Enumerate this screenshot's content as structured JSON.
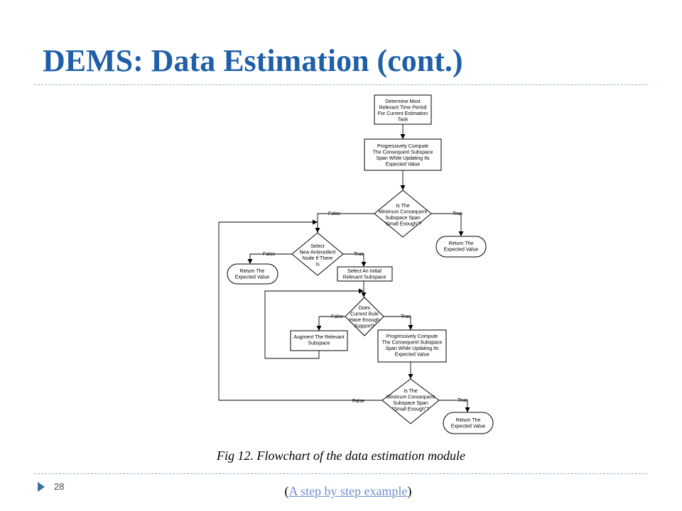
{
  "slide": {
    "title": "DEMS: Data Estimation (cont.)",
    "caption": "Fig 12. Flowchart of the data estimation module",
    "link_prefix": "(",
    "link_text": "A step by step example",
    "link_suffix": ")",
    "page_number": "28",
    "colors": {
      "title": "#1f5fa8",
      "divider": "#8fb3cf",
      "bullet": "#3b6fa0",
      "link": "#6e8fd0"
    }
  },
  "flowchart": {
    "box1": [
      "Determine Most",
      "Relevant Time Period",
      "For Current Estimation",
      "Task"
    ],
    "box2": [
      "Progressively Compute",
      "The Consequent Subspace",
      "Span While Updating Its",
      "Expected Value"
    ],
    "diamond1": [
      "Is The",
      "Minimum Consequent",
      "Subspace Span",
      "\"Small Enough\"?"
    ],
    "terminal1": [
      "Return The",
      "Expected Value"
    ],
    "diamond2": [
      "Select",
      "New Antecedent",
      "Node If There",
      "Is"
    ],
    "terminal2": [
      "Return The",
      "Expected Value"
    ],
    "box3": [
      "Select An Initial",
      "Relevant Subspace"
    ],
    "diamond3": [
      "Does",
      "Current Rule",
      "Have Enough",
      "Support?"
    ],
    "box4": [
      "Augment The Relevant",
      "Subspace"
    ],
    "box5": [
      "Progressively Compute",
      "The Consequent Subspace",
      "Span While Updating Its",
      "Expected Value"
    ],
    "diamond4": [
      "Is The",
      "Minimum Consequent",
      "Subspace Span",
      "\"Small Enough\"?"
    ],
    "terminal3": [
      "Return The",
      "Expected Value"
    ],
    "labels": {
      "false": "False",
      "true": "True"
    }
  }
}
